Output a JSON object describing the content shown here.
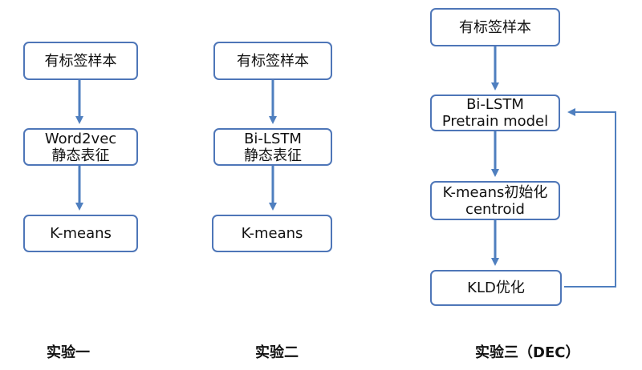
{
  "experiments": [
    {
      "caption": "实验一",
      "nodes": [
        {
          "lines": [
            "有标签样本"
          ]
        },
        {
          "lines": [
            "Word2vec",
            "静态表征"
          ]
        },
        {
          "lines": [
            "K-means"
          ]
        }
      ]
    },
    {
      "caption": "实验二",
      "nodes": [
        {
          "lines": [
            "有标签样本"
          ]
        },
        {
          "lines": [
            "Bi-LSTM",
            "静态表征"
          ]
        },
        {
          "lines": [
            "K-means"
          ]
        }
      ]
    },
    {
      "caption": "实验三（DEC）",
      "nodes": [
        {
          "lines": [
            "有标签样本"
          ]
        },
        {
          "lines": [
            "Bi-LSTM",
            "Pretrain model"
          ]
        },
        {
          "lines": [
            "K-means初始化",
            "centroid"
          ]
        },
        {
          "lines": [
            "KLD优化"
          ]
        }
      ]
    }
  ],
  "colors": {
    "border": "#4e76b8",
    "arrow": "#4f7fbf",
    "text": "#111111"
  }
}
